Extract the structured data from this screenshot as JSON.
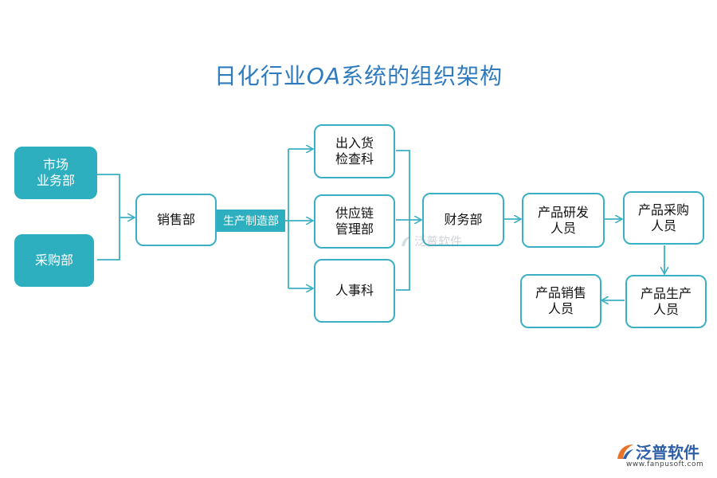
{
  "title_pre": "日化行业",
  "title_oa": "OA",
  "title_post": "系统的组织架构",
  "nodes": {
    "market": [
      "市场",
      "业务部"
    ],
    "purchase": [
      "采购部"
    ],
    "sales": [
      "销售部"
    ],
    "inout": [
      "出入货",
      "检查科"
    ],
    "supply": [
      "供应链",
      "管理部"
    ],
    "hr": [
      "人事科"
    ],
    "finance": [
      "财务部"
    ],
    "rd": [
      "产品研发",
      "人员"
    ],
    "procure": [
      "产品采购",
      "人员"
    ],
    "production": [
      "产品生产",
      "人员"
    ],
    "sellers": [
      "产品销售",
      "人员"
    ]
  },
  "manufacturing_label": "生产制造部",
  "watermark": "泛普软件",
  "brand": {
    "name": "泛普软件",
    "url": "www.fanpusoft.com"
  },
  "colors": {
    "accent": "#2eafc0",
    "title": "#2f7bc0"
  }
}
